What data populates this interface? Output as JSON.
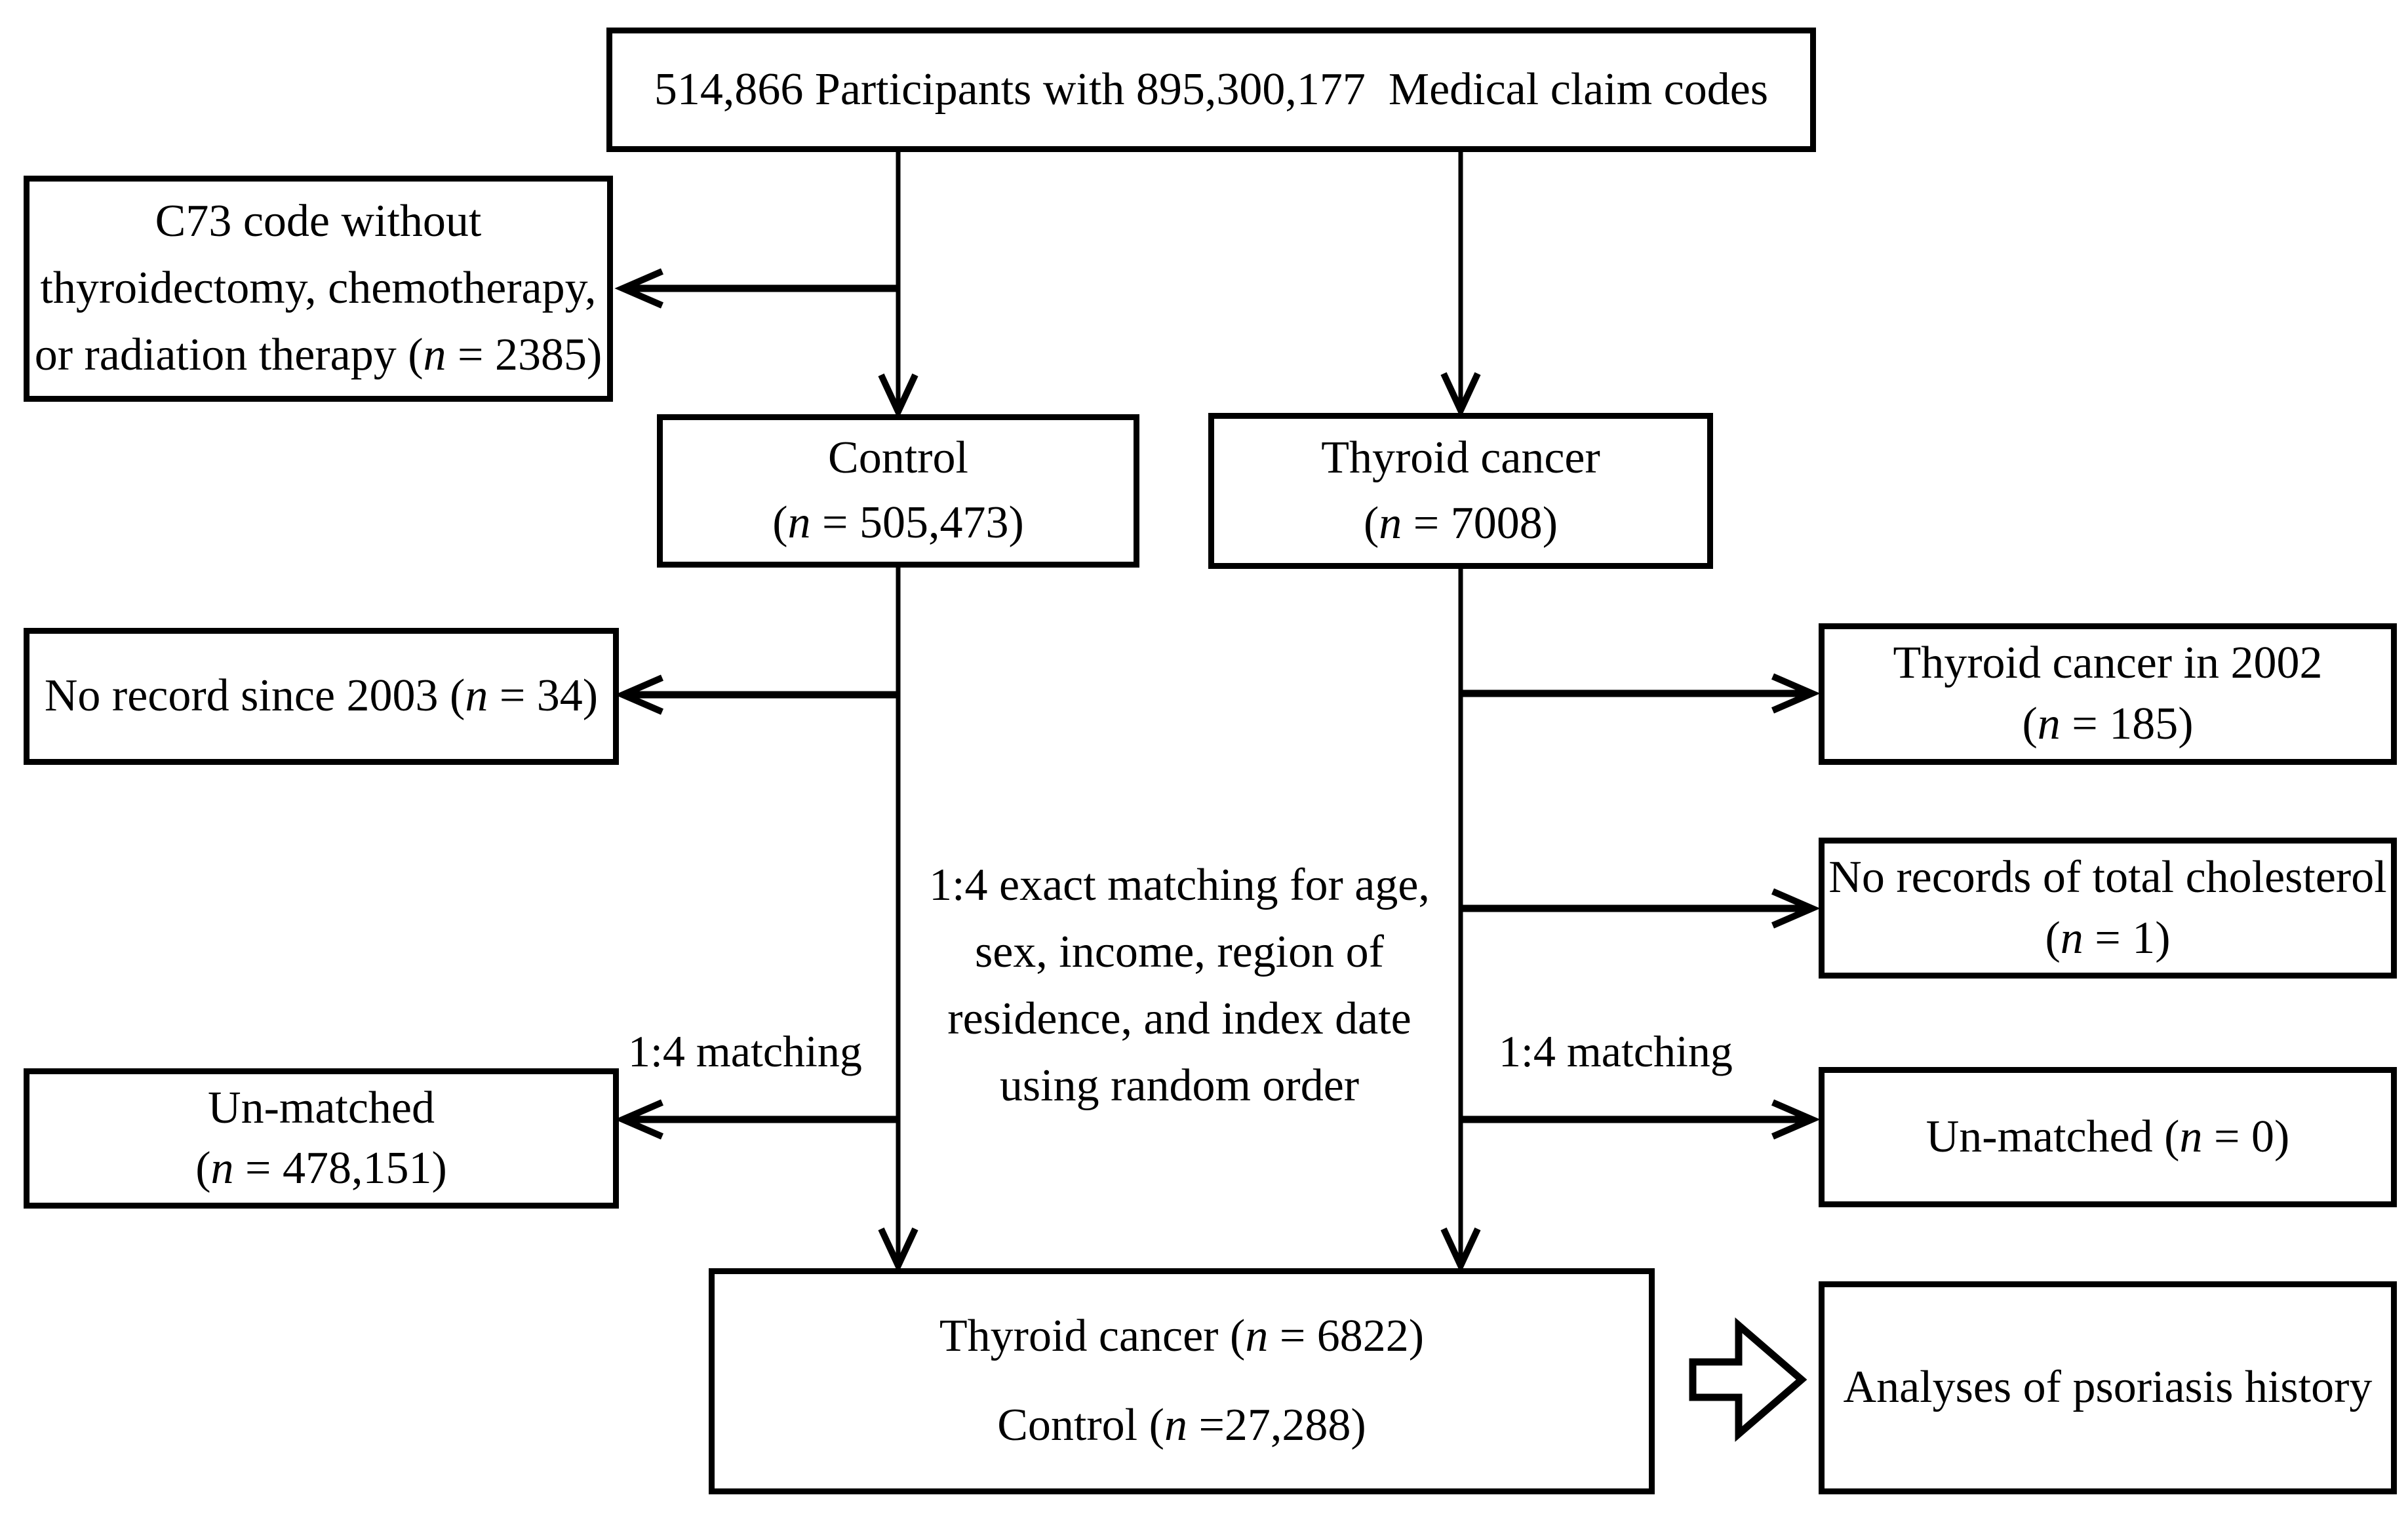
{
  "colors": {
    "ink": "#000000",
    "paper": "#ffffff"
  },
  "boxes": {
    "top": {
      "lines": [
        [
          {
            "t": "514,866 Participants with 895,300,177  Medical claim codes"
          }
        ]
      ]
    },
    "c73": {
      "lines": [
        [
          {
            "t": "C73 code without"
          }
        ],
        [
          {
            "t": "thyroidectomy, chemotherapy,"
          }
        ],
        [
          {
            "t": "or radiation therapy ("
          },
          {
            "t": "n",
            "i": true
          },
          {
            "t": " = 2385)"
          }
        ]
      ]
    },
    "control": {
      "lines": [
        [
          {
            "t": "Control"
          }
        ],
        [
          {
            "t": "("
          },
          {
            "t": "n",
            "i": true
          },
          {
            "t": " = 505,473)"
          }
        ]
      ]
    },
    "thyroid": {
      "lines": [
        [
          {
            "t": "Thyroid cancer"
          }
        ],
        [
          {
            "t": "("
          },
          {
            "t": "n",
            "i": true
          },
          {
            "t": " = 7008)"
          }
        ]
      ]
    },
    "no_record_2003": {
      "lines": [
        [
          {
            "t": "No record since 2003 ("
          },
          {
            "t": "n",
            "i": true
          },
          {
            "t": " = 34)"
          }
        ]
      ]
    },
    "tc_2002": {
      "lines": [
        [
          {
            "t": "Thyroid cancer in 2002"
          }
        ],
        [
          {
            "t": "("
          },
          {
            "t": "n",
            "i": true
          },
          {
            "t": " = 185)"
          }
        ]
      ]
    },
    "no_cholesterol": {
      "lines": [
        [
          {
            "t": "No records of total cholesterol"
          }
        ],
        [
          {
            "t": "("
          },
          {
            "t": "n",
            "i": true
          },
          {
            "t": " = 1)"
          }
        ]
      ]
    },
    "unmatched_left": {
      "lines": [
        [
          {
            "t": "Un-matched"
          }
        ],
        [
          {
            "t": "("
          },
          {
            "t": "n",
            "i": true
          },
          {
            "t": " = 478,151)"
          }
        ]
      ]
    },
    "unmatched_right": {
      "lines": [
        [
          {
            "t": "Un-matched ("
          },
          {
            "t": "n",
            "i": true
          },
          {
            "t": " = 0)"
          }
        ]
      ]
    },
    "matched_cohort": {
      "lines": [
        [
          {
            "t": "Thyroid cancer ("
          },
          {
            "t": "n",
            "i": true
          },
          {
            "t": " = 6822)"
          }
        ],
        [
          {
            "t": "Control ("
          },
          {
            "t": "n",
            "i": true
          },
          {
            "t": " =27,288)"
          }
        ]
      ]
    },
    "analyses": {
      "lines": [
        [
          {
            "t": "Analyses of psoriasis history"
          }
        ]
      ]
    }
  },
  "labels": {
    "matching_left": "1:4 matching",
    "matching_right": "1:4 matching",
    "note_lines": [
      "1:4 exact matching for age,",
      "sex, income, region of",
      "residence, and index date",
      "using random order"
    ]
  }
}
